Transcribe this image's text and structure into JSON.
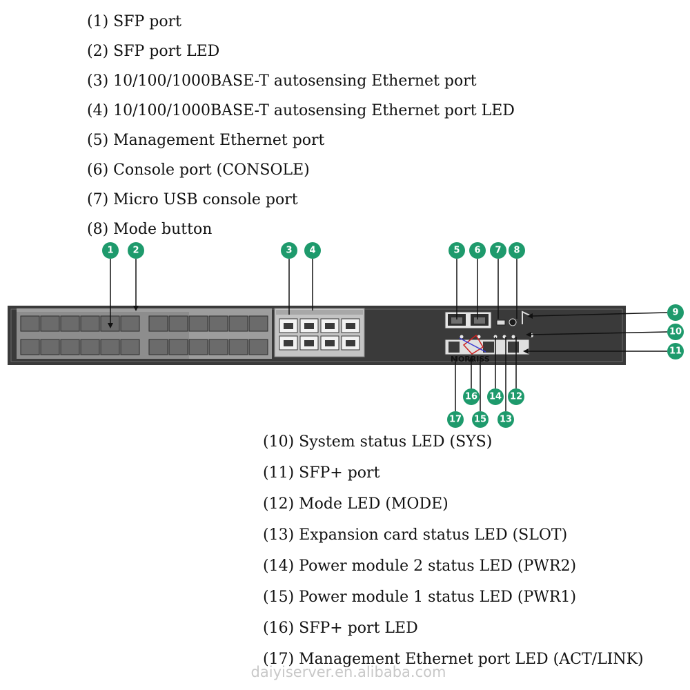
{
  "legend_top": [
    "(1) SFP port",
    "(2) SFP port LED",
    "(3) 10/100/1000BASE-T autosensing Ethernet port",
    "(4) 10/100/1000BASE-T autosensing Ethernet port LED",
    "(5) Management Ethernet port",
    "(6) Console port (CONSOLE)",
    "(7) Micro USB console port",
    "(8) Mode button"
  ],
  "legend_bottom": [
    "(10) System status LED (SYS)",
    "(11) SFP+ port",
    "(12) Mode LED (MODE)",
    "(13) Expansion card status LED (SLOT)",
    "(14) Power module 2 status LED (PWR2)",
    "(15) Power module 1 status LED (PWR1)",
    "(16) SFP+ port LED",
    "(17) Management Ethernet port LED (ACT/LINK)"
  ],
  "callouts": [
    "1",
    "2",
    "3",
    "4",
    "5",
    "6",
    "7",
    "8",
    "9",
    "10",
    "11",
    "12",
    "13",
    "14",
    "15",
    "16",
    "17"
  ],
  "brand_label": "MORRISS",
  "watermark": "daiyiserver.en.alibaba.com",
  "colors": {
    "callout": "#1e9a6c",
    "chassis": "#3a3a3a",
    "panel_light": "#bdbdbd"
  }
}
